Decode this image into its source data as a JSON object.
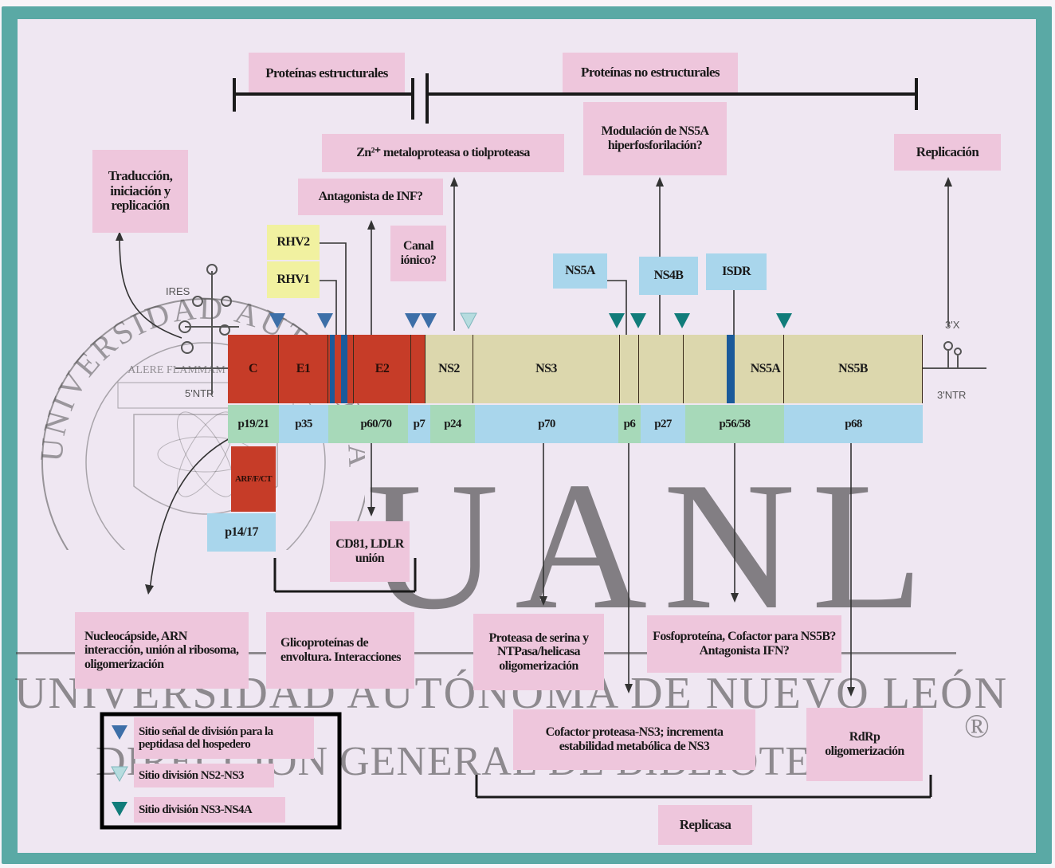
{
  "headers": {
    "structural": "Proteínas estructurales",
    "nonstructural": "Proteínas no estructurales"
  },
  "top_labels": {
    "translation": "Traducción, iniciación y replicación",
    "antagonist_inf": "Antagonista de INF?",
    "zn_protease": "Zn²⁺ metaloproteasa o tiolproteasa",
    "ion_channel": "Canal iónico?",
    "ns5a_modulation": "Modulación de NS5A hiperfosforilación?",
    "replication": "Replicación"
  },
  "markers": {
    "rhv2": "RHV2",
    "rhv1": "RHV1",
    "ns5a": "NS5A",
    "ns4b": "NS4B",
    "isdr": "ISDR"
  },
  "genome": {
    "ires": "IRES",
    "utr5": "5'NTR",
    "utr3": "3'NTR",
    "x3": "3'X",
    "segments": [
      "C",
      "E1",
      "E2",
      "NS2",
      "NS3",
      "NS5A",
      "NS5B"
    ]
  },
  "proteins": [
    "p19/21",
    "p35",
    "p60/70",
    "p7",
    "p24",
    "p70",
    "p6",
    "p27",
    "p56/58",
    "p68"
  ],
  "arf": {
    "label": "ARF/F/CT",
    "protein": "p14/17"
  },
  "cd81": "CD81, LDLR unión",
  "bottom_labels": {
    "nucleocapsid": "Nucleocápside, ARN interacción, unión al ribosoma, oligomerización",
    "glycoproteins": "Glicoproteínas de envoltura. Interacciones",
    "serine_protease": "Proteasa de serina y NTPasa/helicasa oligomerización",
    "phosphoprotein": "Fosfoproteína, Cofactor para NS5B? Antagonista IFN?",
    "cofactor": "Cofactor proteasa-NS3; incrementa estabilidad metabólica de NS3",
    "rdrp": "RdRp oligomerización",
    "replicase": "Replicasa"
  },
  "legend": {
    "item1": "Sitio señal de división para la peptidasa del hospedero",
    "item2": "Sitio división NS2-NS3",
    "item3": "Sitio división NS3-NS4A"
  },
  "watermark": {
    "line1": "UNIVERSIDAD AUTÓNOMA DE NUEVO LEÓN",
    "line2": "DIRECCIÓN GENERAL DE BIBLIOTECAS",
    "big": "UANL",
    "seal_top": "UNIVERSIDAD AUTÓNOMA DE NUEVO LEÓN",
    "motto": "ALERE FLAMMAM VERITATIS",
    "registered": "®"
  },
  "colors": {
    "pink": "#eec6dc",
    "blue": "#a9d6ec",
    "yellow": "#f1f1a0",
    "green": "#a7d9b9",
    "red_segment": "#c63c28",
    "tan_segment": "#dcd7ad",
    "teal_border": "#5aa9a5",
    "arrowhead_blue": "#3d6fa8",
    "arrowhead_teal": "#117c7a",
    "arrowhead_light": "#b6dcdf"
  }
}
